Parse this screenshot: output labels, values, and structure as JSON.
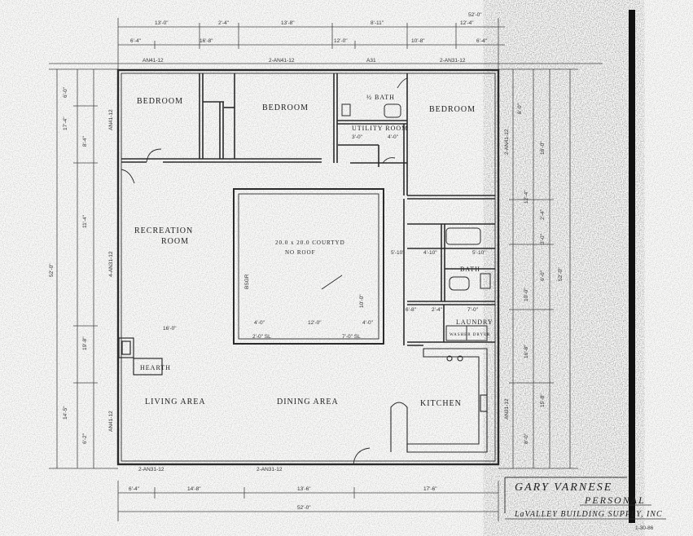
{
  "rooms": {
    "bedroom_1": "BEDROOM",
    "bedroom_2": "BEDROOM",
    "bedroom_3": "BEDROOM",
    "half_bath": "½ BATH",
    "utility_room": "UTILITY ROOM",
    "recreation_room_line1": "RECREATION",
    "recreation_room_line2": "ROOM",
    "courtyard_line1": "20.0 x 20.0 COURTYD",
    "courtyard_line2": "NO ROOF",
    "bath": "BATH",
    "laundry": "LAUNDRY",
    "washer_dryer": "WASHER DRYER",
    "hearth": "HEARTH",
    "living_area": "LIVING AREA",
    "dining_area": "DINING AREA",
    "kitchen": "KITCHEN"
  },
  "dims_top": {
    "row1": [
      "13'-0\"",
      "2'-4\"",
      "13'-8\"",
      "8'-11\"",
      "12'-4\""
    ],
    "row2": [
      "6'-4\"",
      "16'-8\"",
      "12'-0\"",
      "10'-8\"",
      "6'-4\""
    ],
    "total_top": "52'-0\""
  },
  "dims_bottom": {
    "row1": [
      "6'-4\"",
      "14'-8\"",
      "13'-6\"",
      "17'-6\""
    ],
    "total": "52'-0\""
  },
  "dims_left": [
    "6'-0\"",
    "8'-4\"",
    "17'-4\"",
    "11'-4\"",
    "52'-0\"",
    "19'-8\"",
    "14'-5\"",
    "6'-2\""
  ],
  "dims_right": [
    "8'-0\"",
    "16'-0\"",
    "12'-4\"",
    "2'-4\"",
    "3'-0\"",
    "6'-0\"",
    "10'-0\"",
    "16'-8\"",
    "15'-8\"",
    "8'-0\"",
    "52'-0\""
  ],
  "window_tags": {
    "top": [
      "AN41-12",
      "2-AN41-12",
      "A31",
      "2-AN31-12"
    ],
    "left": [
      "AN41-12",
      "4-AN31-12",
      "AN41-12"
    ],
    "right": [
      "2-AN41-12",
      "AN31-12"
    ],
    "bottom": [
      "2-AN31-12",
      "2-AN31-12"
    ]
  },
  "interior_dims": [
    "4'-0\"",
    "12'-0\"",
    "4'-0\"",
    "16'-0\"",
    "10'-0\"",
    "2'-0\" SL",
    "7'-0\" SL",
    "BSGR",
    "3'-0\"",
    "4'-0\"",
    "5'-10\"",
    "4'-10\"",
    "6'-8\"",
    "7'-0\"",
    "2'-4\"",
    "5'-10\""
  ],
  "title_block": {
    "name": "GARY VARNESE",
    "subtitle": "PERSONAL",
    "company": "LaVALLEY BUILDING SUPPLY, INC",
    "date": "1-30-86"
  }
}
